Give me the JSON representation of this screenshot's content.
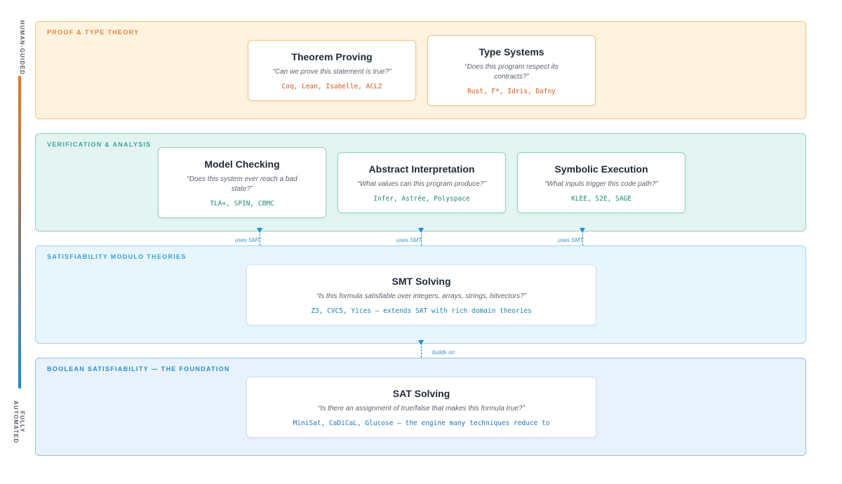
{
  "axis": {
    "top_label": "HUMAN-GUIDED",
    "bottom_label": "FULLY AUTOMATED",
    "gradient_top": "#e67a1e",
    "gradient_bottom": "#1d8ad6"
  },
  "layers": [
    {
      "title": "PROOF & TYPE THEORY",
      "accent": "#e8833a",
      "cards": [
        {
          "title": "Theorem Proving",
          "question": "“Can we prove this statement is true?”",
          "tools": "Coq, Lean, Isabelle, ACL2"
        },
        {
          "title": "Type Systems",
          "question": "“Does this program respect its contracts?”",
          "tools": "Rust, F*, Idris, Dafny"
        }
      ]
    },
    {
      "title": "VERIFICATION & ANALYSIS",
      "accent": "#3aa596",
      "cards": [
        {
          "title": "Model Checking",
          "question": "“Does this system ever reach a bad state?”",
          "tools": "TLA+, SPIN, CBMC"
        },
        {
          "title": "Abstract Interpretation",
          "question": "“What values can this program produce?”",
          "tools": "Infer, Astrée, Polyspace"
        },
        {
          "title": "Symbolic Execution",
          "question": "“What inputs trigger this code path?”",
          "tools": "KLEE, S2E, SAGE"
        }
      ]
    },
    {
      "title": "SATISFIABILITY MODULO THEORIES",
      "accent": "#3a9fd0",
      "cards": [
        {
          "title": "SMT Solving",
          "question": "“Is this formula satisfiable over integers, arrays, strings, bitvectors?”",
          "tools": "Z3, CVC5, Yices — extends SAT with rich domain theories"
        }
      ]
    },
    {
      "title": "BOOLEAN SATISFIABILITY — THE FOUNDATION",
      "accent": "#2a8bd0",
      "cards": [
        {
          "title": "SAT Solving",
          "question": "“Is there an assignment of true/false that makes this formula true?”",
          "tools": "MiniSat, CaDiCaL, Glucose — the engine many techniques reduce to"
        }
      ]
    }
  ],
  "connectors": {
    "uses_smt": "uses SMT",
    "builds_on": "builds on"
  }
}
